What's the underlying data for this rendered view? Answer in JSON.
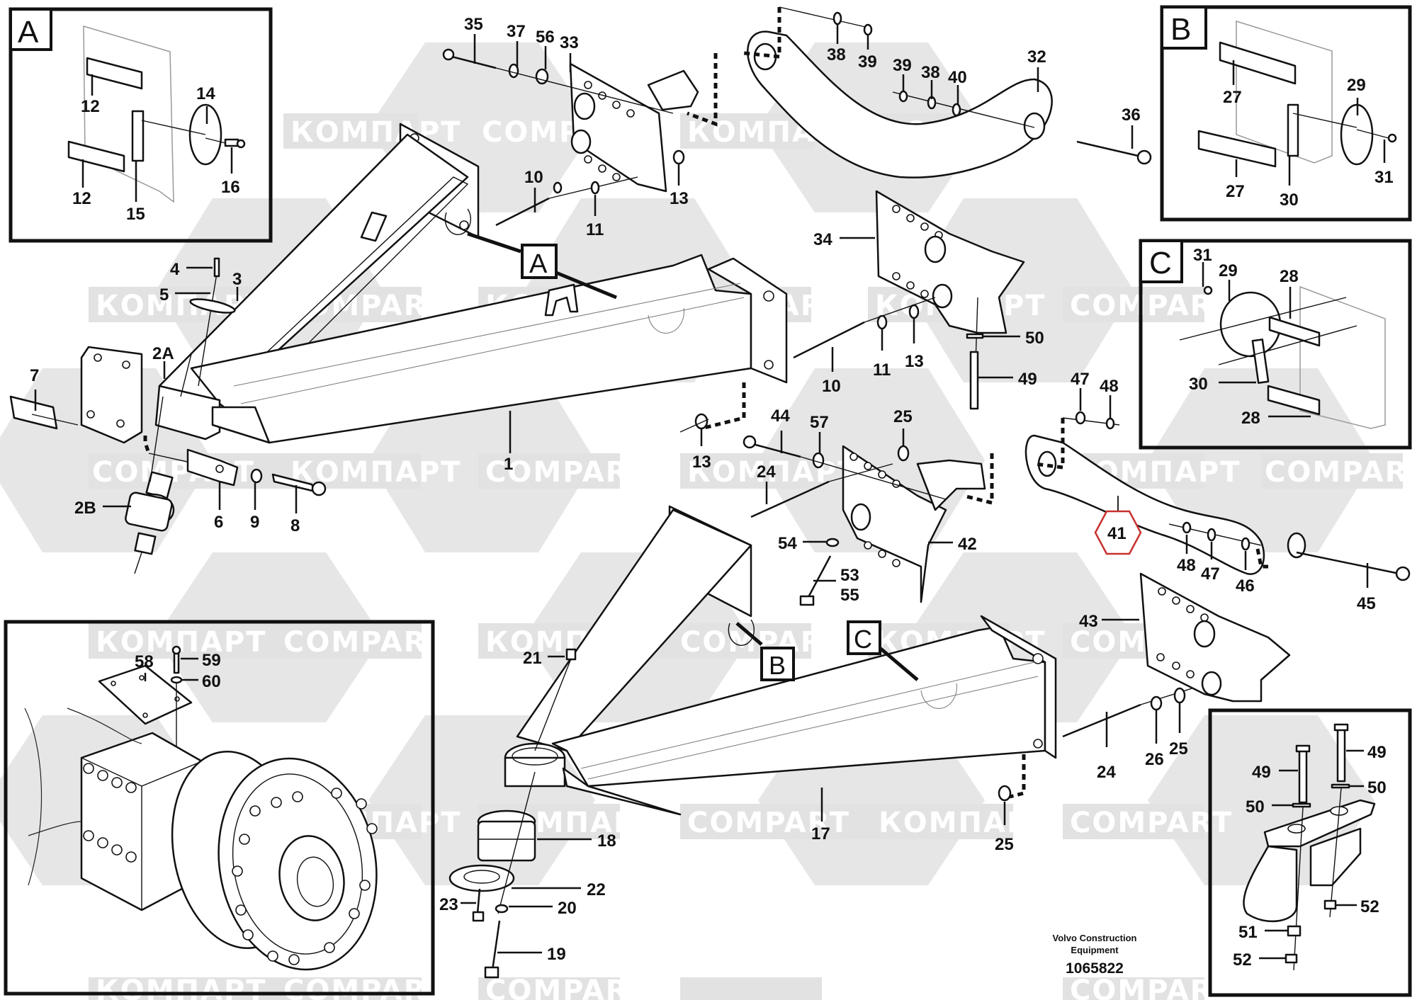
{
  "document": {
    "type": "exploded parts diagram",
    "footer": {
      "publisher_line1": "Volvo Construction",
      "publisher_line2": "Equipment",
      "drawing_number": "1065822"
    },
    "watermarks": [
      "КОМПАРТ",
      "COMPART"
    ],
    "highlight_color": "#c8312e"
  },
  "detail_views": {
    "A": {
      "label": "A",
      "callouts": [
        "12",
        "12",
        "14",
        "15",
        "16"
      ]
    },
    "B": {
      "label": "B",
      "callouts": [
        "27",
        "27",
        "29",
        "30",
        "31"
      ]
    },
    "C": {
      "label": "C",
      "callouts": [
        "31",
        "29",
        "28",
        "30",
        "28"
      ]
    },
    "hub": {
      "callouts": [
        "58",
        "59",
        "60"
      ]
    },
    "bracket": {
      "callouts": [
        "49",
        "49",
        "50",
        "50",
        "51",
        "52",
        "52"
      ]
    }
  },
  "view_refs": {
    "A": "A",
    "B": "B",
    "C": "C"
  },
  "callouts": {
    "c1": "1",
    "c2A": "2A",
    "c2B": "2B",
    "c3": "3",
    "c4": "4",
    "c5": "5",
    "c6": "6",
    "c7": "7",
    "c8": "8",
    "c9": "9",
    "c10a": "10",
    "c10b": "10",
    "c11a": "11",
    "c11b": "11",
    "c13a": "13",
    "c13b": "13",
    "c13c": "13",
    "c17": "17",
    "c18": "18",
    "c19": "19",
    "c20": "20",
    "c21": "21",
    "c22": "22",
    "c23": "23",
    "c24a": "24",
    "c24b": "24",
    "c25a": "25",
    "c25b": "25",
    "c25c": "25",
    "c26": "26",
    "c32": "32",
    "c33": "33",
    "c34": "34",
    "c35": "35",
    "c36": "36",
    "c37": "37",
    "c38a": "38",
    "c38b": "38",
    "c39a": "39",
    "c39b": "39",
    "c40": "40",
    "c41": "41",
    "c42": "42",
    "c43": "43",
    "c44": "44",
    "c45": "45",
    "c46": "46",
    "c47a": "47",
    "c47b": "47",
    "c48a": "48",
    "c48b": "48",
    "c49": "49",
    "c50": "50",
    "c53": "53",
    "c54": "54",
    "c55": "55",
    "c56": "56",
    "c57": "57"
  },
  "detailA": {
    "c12a": "12",
    "c12b": "12",
    "c14": "14",
    "c15": "15",
    "c16": "16"
  },
  "detailB": {
    "c27a": "27",
    "c27b": "27",
    "c29": "29",
    "c30": "30",
    "c31": "31"
  },
  "detailC": {
    "c31": "31",
    "c29": "29",
    "c28a": "28",
    "c28b": "28",
    "c30": "30"
  },
  "detailHub": {
    "c58": "58",
    "c59": "59",
    "c60": "60"
  },
  "detailBracket": {
    "c49a": "49",
    "c49b": "49",
    "c50a": "50",
    "c50b": "50",
    "c51": "51",
    "c52a": "52",
    "c52b": "52"
  },
  "highlighted_part": "41"
}
